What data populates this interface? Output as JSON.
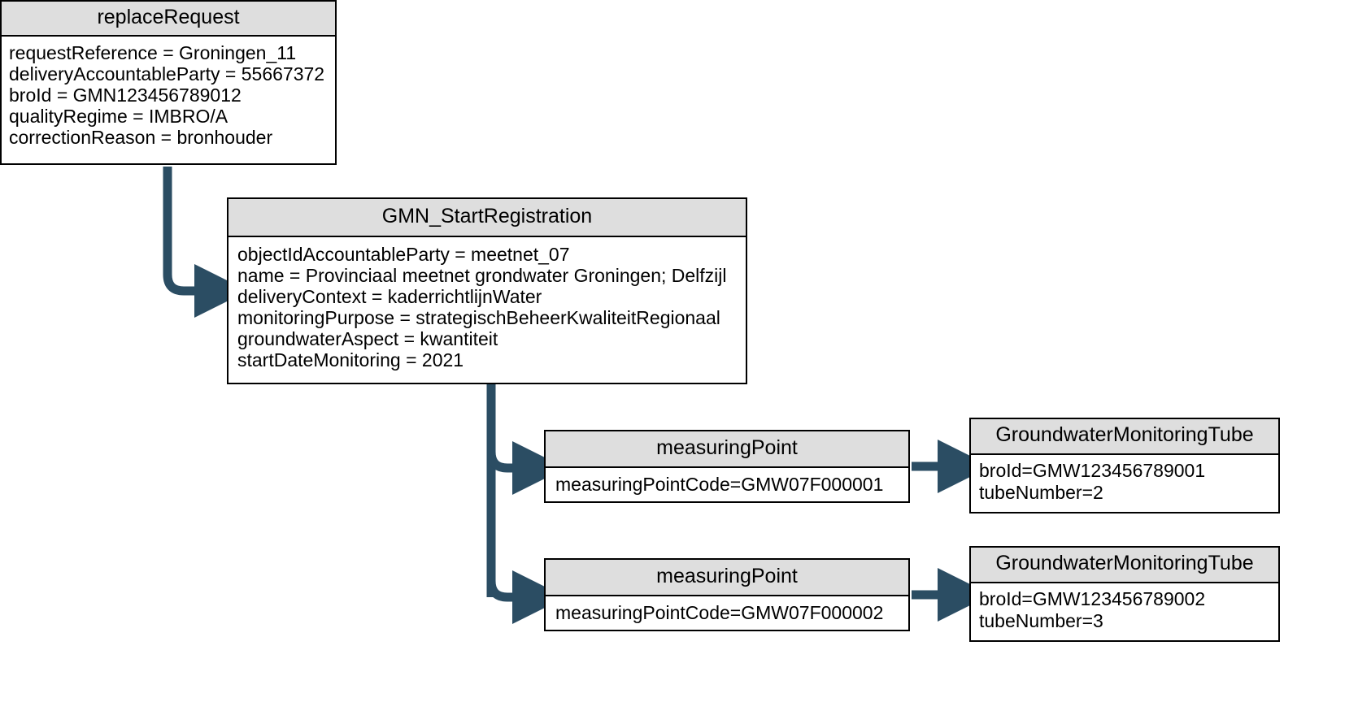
{
  "diagram": {
    "title": "GMN replaceRequest registration object diagram",
    "edge_color": "#2b4d63",
    "node_border_color": "#000000",
    "node_header_fill": "#dedede",
    "node_body_fill": "#ffffff",
    "text_color": "#000000"
  },
  "nodes": {
    "replace_request": {
      "header": "replaceRequest",
      "attributes": [
        "requestReference = Groningen_11",
        "deliveryAccountableParty = 55667372",
        "broId = GMN123456789012",
        "qualityRegime = IMBRO/A",
        "correctionReason = bronhouder"
      ]
    },
    "gmn_start_registration": {
      "header": "GMN_StartRegistration",
      "attributes": [
        "objectIdAccountableParty = meetnet_07",
        "name = Provinciaal meetnet grondwater Groningen; Delfzijl",
        "deliveryContext = kaderrichtlijnWater",
        "monitoringPurpose = strategischBeheerKwaliteitRegionaal",
        "groundwaterAspect = kwantiteit",
        "startDateMonitoring = 2021"
      ]
    },
    "measuring_point_1": {
      "header": "measuringPoint",
      "attributes": [
        "measuringPointCode=GMW07F000001"
      ]
    },
    "measuring_point_2": {
      "header": "measuringPoint",
      "attributes": [
        "measuringPointCode=GMW07F000002"
      ]
    },
    "tube_1": {
      "header": "GroundwaterMonitoringTube",
      "attributes": [
        "broId=GMW123456789001",
        "tubeNumber=2"
      ]
    },
    "tube_2": {
      "header": "GroundwaterMonitoringTube",
      "attributes": [
        "broId=GMW123456789002",
        "tubeNumber=3"
      ]
    }
  },
  "edges": [
    {
      "name": "replace-request-to-gmn-start-registration",
      "from": "replace_request",
      "to": "gmn_start_registration"
    },
    {
      "name": "gmn-start-registration-to-measuring-point-1",
      "from": "gmn_start_registration",
      "to": "measuring_point_1"
    },
    {
      "name": "gmn-start-registration-to-measuring-point-2",
      "from": "gmn_start_registration",
      "to": "measuring_point_2"
    },
    {
      "name": "measuring-point-1-to-tube-1",
      "from": "measuring_point_1",
      "to": "tube_1"
    },
    {
      "name": "measuring-point-2-to-tube-2",
      "from": "measuring_point_2",
      "to": "tube_2"
    }
  ]
}
